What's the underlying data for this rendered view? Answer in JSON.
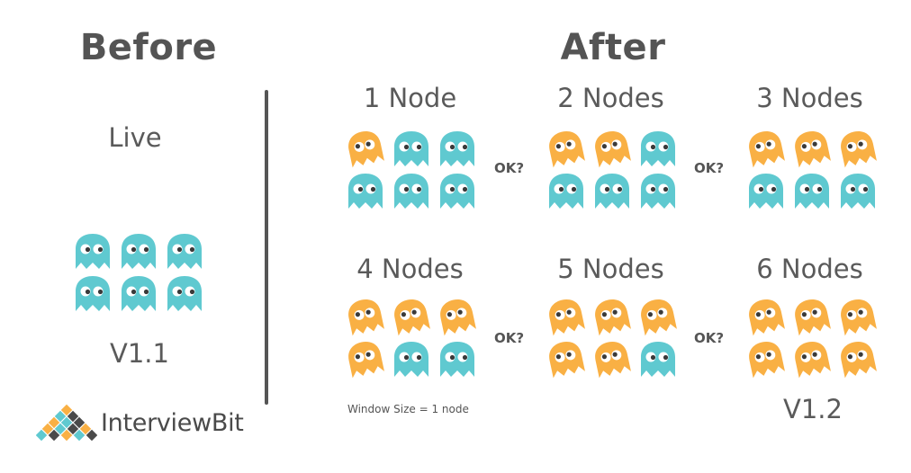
{
  "colors": {
    "new": "#f9b044",
    "old": "#5fc9d0",
    "text": "#555555"
  },
  "before": {
    "heading": "Before",
    "state": "Live",
    "version": "V1.1",
    "ghosts": [
      "old",
      "old",
      "old",
      "old",
      "old",
      "old"
    ]
  },
  "after": {
    "heading": "After",
    "ok_label": "OK?",
    "window_note": "Window Size = 1 node",
    "version": "V1.2",
    "steps": [
      {
        "label": "1 Node",
        "ghosts": [
          "new",
          "old",
          "old",
          "old",
          "old",
          "old"
        ]
      },
      {
        "label": "2 Nodes",
        "ghosts": [
          "new",
          "new",
          "old",
          "old",
          "old",
          "old"
        ]
      },
      {
        "label": "3 Nodes",
        "ghosts": [
          "new",
          "new",
          "new",
          "old",
          "old",
          "old"
        ]
      },
      {
        "label": "4 Nodes",
        "ghosts": [
          "new",
          "new",
          "new",
          "new",
          "old",
          "old"
        ]
      },
      {
        "label": "5 Nodes",
        "ghosts": [
          "new",
          "new",
          "new",
          "new",
          "new",
          "old"
        ]
      },
      {
        "label": "6 Nodes",
        "ghosts": [
          "new",
          "new",
          "new",
          "new",
          "new",
          "new"
        ]
      }
    ]
  },
  "brand": {
    "name": "InterviewBit",
    "logo_icon": "diamond-grid-logo-icon"
  }
}
